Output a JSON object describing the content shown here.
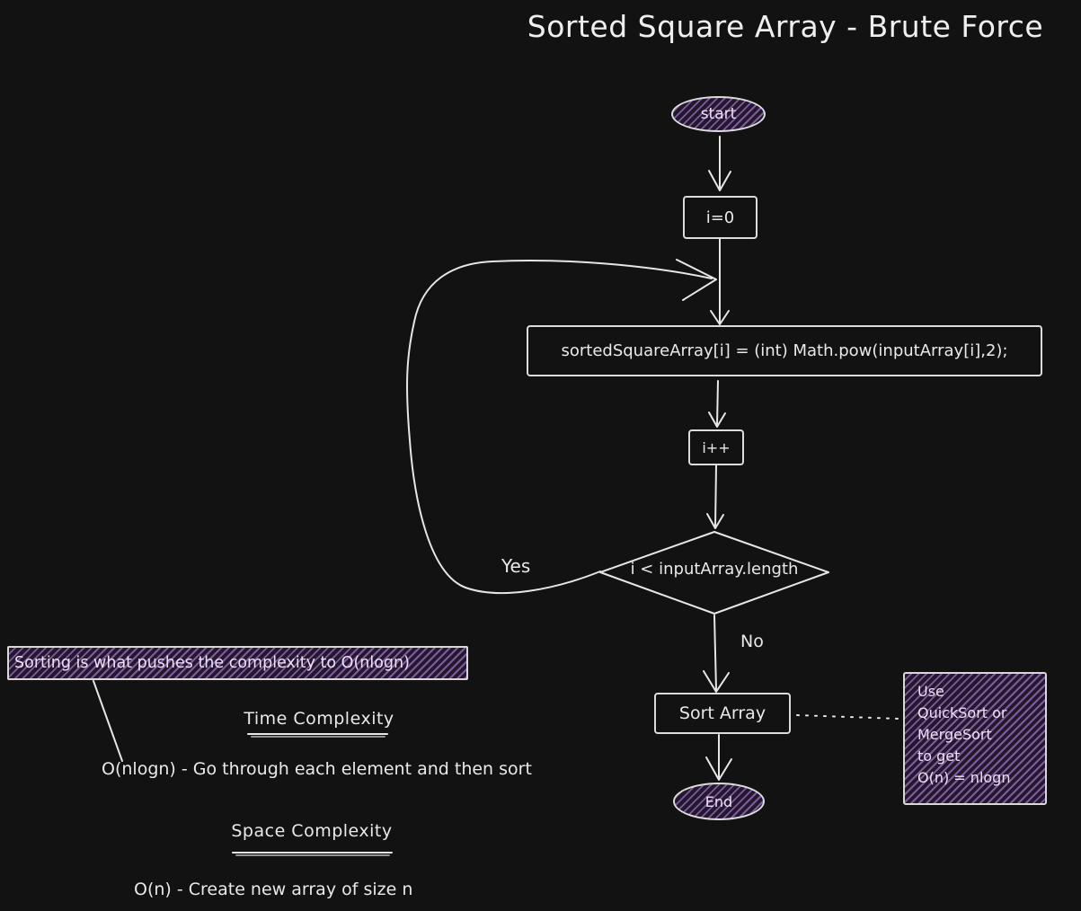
{
  "title": "Sorted Square Array - Brute Force",
  "flowchart": {
    "start_label": "start",
    "init_label": "i=0",
    "process_label": "sortedSquareArray[i] = (int) Math.pow(inputArray[i],2);",
    "increment_label": "i++",
    "decision_label": "i < inputArray.length",
    "yes_label": "Yes",
    "no_label": "No",
    "sort_label": "Sort Array",
    "end_label": "End"
  },
  "notes": {
    "banner": "Sorting is what pushes the complexity to O(nlogn)",
    "sort_note_lines": [
      "Use",
      "QuickSort or",
      "MergeSort",
      "to get",
      "O(n) = nlogn"
    ],
    "time_heading": "Time Complexity",
    "time_detail": "O(nlogn) - Go through each element and then sort",
    "space_heading": "Space Complexity",
    "space_detail": "O(n) - Create new array of size n"
  },
  "colors": {
    "background": "#121212",
    "stroke": "#e6e6e6",
    "hatch_stripe": "#7e5c97",
    "hatch_gap": "#241831",
    "purple_text": "#eedff7"
  }
}
